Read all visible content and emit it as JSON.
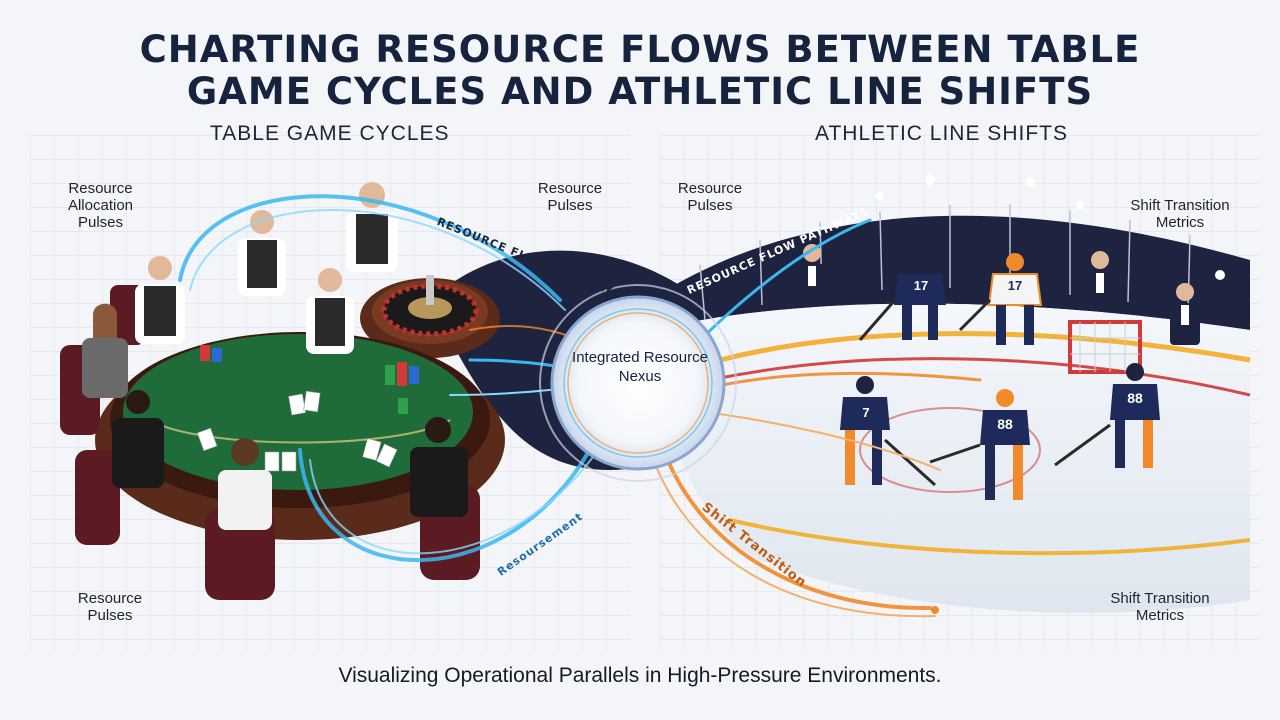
{
  "title_line1": "CHARTING RESOURCE FLOWS BETWEEN TABLE",
  "title_line2": "GAME CYCLES AND ATHLETIC LINE SHIFTS",
  "left_section": {
    "title": "TABLE GAME CYCLES",
    "label_allocation": "Resource Allocation Pulses",
    "label_pulses_top": "Resource Pulses",
    "label_pulses_bottom": "Resource Pulses",
    "path_flow": "RESOURCE FLOW PATHWAYS",
    "path_bottom": "Resoursement"
  },
  "center": {
    "nexus_label": "Integrated Resource Nexus"
  },
  "right_section": {
    "title": "ATHLETIC LINE SHIFTS",
    "label_pulses": "Resource Pulses",
    "label_metrics_top": "Shift Transition Metrics",
    "label_metrics_bottom": "Shift Transition Metrics",
    "path_flow": "RESOURCE FLOW PATHWAYS",
    "path_shift": "Shift Transition",
    "jerseys": [
      "17",
      "17",
      "7",
      "88",
      "88"
    ]
  },
  "subtitle": "Visualizing Operational Parallels in High-Pressure Environments.",
  "colors": {
    "title": "#16233f",
    "felt": "#1f6b3a",
    "wood": "#5a2a1a",
    "flow_blue": "#3ab7f0",
    "flow_orange": "#f08a2a",
    "arena_dark": "#1e2340",
    "ice": "#eef2f7"
  }
}
